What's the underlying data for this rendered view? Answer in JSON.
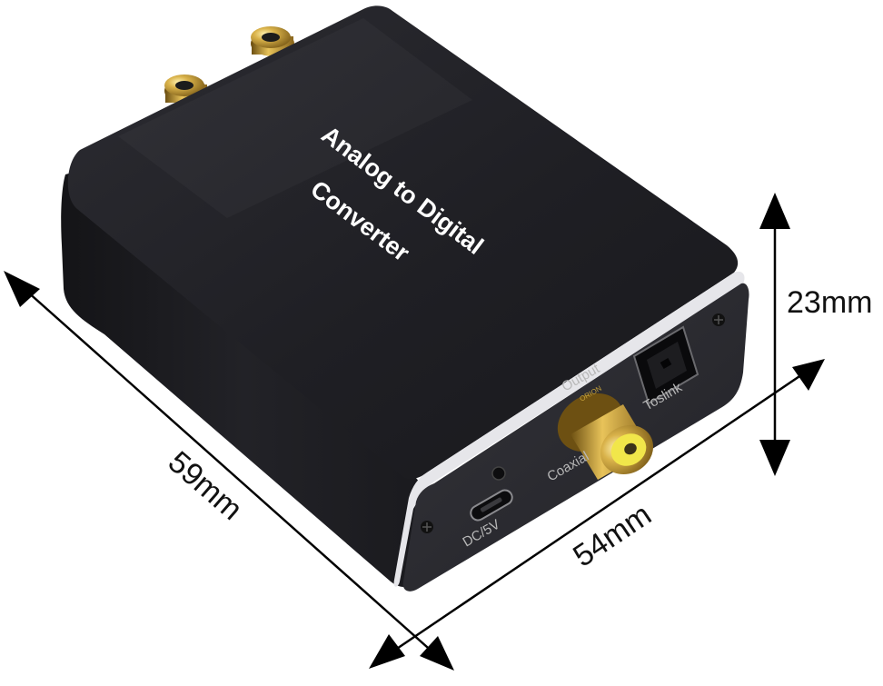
{
  "product": {
    "top_label_line1": "Analog to Digital",
    "top_label_line2": "Converter",
    "port_labels": {
      "output": "Output",
      "coaxial": "Coaxial",
      "optical": "Toslink",
      "power": "DC/5V",
      "ring": "ORION"
    },
    "colors": {
      "body": "#232328",
      "body_shadow": "#101013",
      "front_panel": "#2b2b30",
      "gold": "#c9a43a",
      "rca_insulator": "#f1e64a",
      "bevel": "#e6e6ea"
    }
  },
  "dimensions": {
    "length": "59mm",
    "width": "54mm",
    "height": "23mm",
    "arrow_color": "#000000"
  }
}
